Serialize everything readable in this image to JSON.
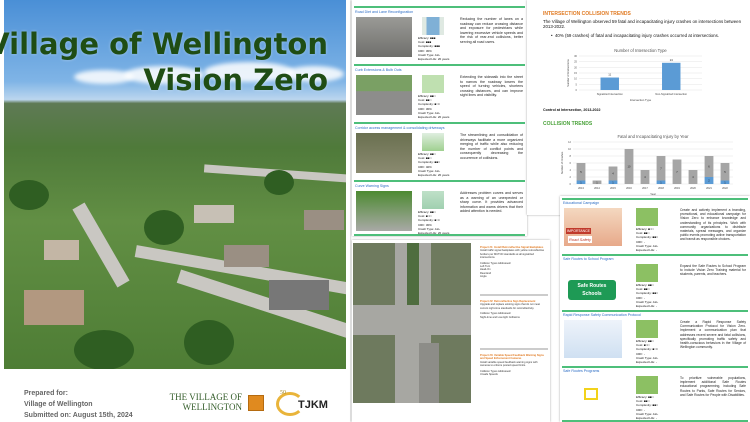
{
  "cover": {
    "title_line1": "Village of Wellington",
    "title_line2": "Vision Zero",
    "prepared_for_label": "Prepared for:",
    "client": "Village of Wellington",
    "submitted": "Submitted on:  August 15th, 2024",
    "logo_wellington": "THE VILLAGE OF WELLINGTON",
    "logo_tjkm": "TJKM",
    "logo_tjkm_badge": "50"
  },
  "countermeasures_page1": {
    "items": [
      {
        "title": "Road Diet and Lane Reconfiguration",
        "meta": [
          "Efficacy: ■■■",
          "Cost: ■■■",
          "Complexity: ■■■",
          "CRF: 30%",
          "Crash Type: ALL",
          "Expected Life: 20 years"
        ],
        "description": "Reducing the number of lanes on a roadway can reduce crossing distance and exposure for pedestrians while lowering excessive vehicle speeds and the risk of rear-end collisions, better serving all road users."
      },
      {
        "title": "Curb Extensions & Bulb Outs",
        "meta": [
          "Efficacy: ■■□",
          "Cost: ■■□",
          "Complexity: ■□□",
          "CRF: 30%",
          "Crash Type: ALL",
          "Expected Life: 20 years"
        ],
        "description": "Extending the sidewalk into the street to narrow the roadway lowers the speed of turning vehicles, shortens crossing distances, and can improve sight lines and visibility."
      },
      {
        "title": "Corridor access management & consolidating driveways",
        "meta": [
          "Efficacy: ■■□",
          "Cost: ■■□",
          "Complexity: ■■□",
          "CRF: 40%",
          "Crash Type: ALL",
          "Expected Life: 20 years"
        ],
        "description": "The streamlining and consolidation of driveways facilitate a more organized merging of traffic while also reducing the number of conflict points and consequently decreasing the occurrence of collisions."
      },
      {
        "title": "Curve Warning Signs",
        "meta": [
          "Efficacy: ■■□",
          "Cost: ■□□",
          "Complexity: ■□□",
          "CRF: 30%",
          "Crash Type: ALL",
          "Expected Life: 20 years"
        ],
        "description": "Addresses problem curves and serves as a warning of an unexpected or sharp curve. It provides advanced information and warns drivers that their added attention is needed."
      }
    ]
  },
  "map_page": {
    "projects": [
      {
        "title": "Project #1: Install Retroreflective Signal Backplates",
        "body": "Install traffic signal backplates with yellow retroreflective borders per MUTCD standards at all signalized intersections.",
        "list_title": "Collision Types Addressed:",
        "list": [
          "Left Turn",
          "Head-On",
          "Rear-End",
          "Angle"
        ]
      },
      {
        "title": "Project #2: Retroreflective Sign Replacement",
        "body": "Upgrade and replace existing signs that do not meet current night-time standards for retroreflectivity.",
        "list_title": "Collision Types Addressed:",
        "list": [
          "Night-time and Low-light Collisions"
        ]
      },
      {
        "title": "Project #3: Variable Speed Feedback Warning Signs and Speed Enforcement Cameras",
        "body": "Install variable speed feedback warning signs with cameras to enforce posted speed limits.",
        "list_title": "Collision Types Addressed:",
        "list": [
          "Unsafe Speeds"
        ]
      }
    ]
  },
  "trends_page": {
    "intersection_heading": "INTERSECTION COLLISION TRENDS",
    "intersection_text": "The Village of Wellington observed 59 fatal and incapacitating injury crashes on intersections between 2013-2022.",
    "bullet": "40% (59 crashes) of fatal and incapacitating injury crashes occurred at intersections.",
    "chart_caption": "Control at Intersection, 2013-2022",
    "collision_heading": "COLLISION TRENDS"
  },
  "chart_data": [
    {
      "type": "bar",
      "title": "Number of Intersection Type",
      "xlabel": "Intersection Type",
      "ylabel": "Number of Intersections",
      "categories": [
        "Signalized Intersection",
        "Non-Signalized Intersection"
      ],
      "values": [
        11,
        24
      ],
      "ylim": [
        0,
        30
      ],
      "yticks": [
        0,
        5,
        10,
        15,
        20,
        25,
        30
      ],
      "grid": true,
      "color": "#5b9bd5"
    },
    {
      "type": "bar",
      "stacked": true,
      "title": "Fatal and Incapacitating Injury by Year",
      "xlabel": "Year",
      "ylabel": "Number of Crashes",
      "categories": [
        "2013",
        "2014",
        "2015",
        "2016",
        "2017",
        "2018",
        "2019",
        "2020",
        "2021",
        "2022"
      ],
      "series": [
        {
          "values": [
            1,
            0,
            1,
            0,
            0,
            1,
            0,
            0,
            2,
            1
          ],
          "color": "#5b9bd5"
        },
        {
          "values": [
            5,
            1,
            4,
            10,
            4,
            7,
            7,
            4,
            6,
            5
          ],
          "color": "#a5a5a5"
        }
      ],
      "ylim": [
        0,
        12
      ],
      "yticks": [
        0,
        2,
        4,
        6,
        8,
        10,
        12
      ],
      "grid": true
    }
  ],
  "programs_page": {
    "items": [
      {
        "title": "Educational Campaign",
        "meta": [
          "Efficacy: ■□□",
          "Cost: ■■□",
          "Complexity: ■■□",
          "CRF: -",
          "Crash Type: ALL",
          "Expected Life: -"
        ],
        "description": "Create and actively implement a branding, promotional, and educational campaign for Vision Zero to enhance knowledge and understanding of its principles. Work with community organizations to distribute materials, spread messages, and organize public events promoting active transportation and transit as responsible choices.",
        "image_text": [
          "IMPORTANCE",
          "Road Safety"
        ]
      },
      {
        "title": "Safe Routes to School Program",
        "meta": [
          "Efficacy: ■■□",
          "Cost: ■■□",
          "Complexity: ■■□",
          "CRF: -",
          "Crash Type: ALL",
          "Expected Life: -"
        ],
        "description": "Expand the Safe Routes to School Program to include Vision Zero Training material for students, parents, and teachers.",
        "image_text": [
          "Safe Routes",
          "Schools"
        ]
      },
      {
        "title": "Rapid Response Safety Communication Protocol",
        "meta": [
          "Efficacy: ■■□",
          "Cost: ■□□",
          "Complexity: ■□□",
          "CRF: -",
          "Crash Type: ALL",
          "Expected Life: -"
        ],
        "description": "Create a Rapid Response Safety Communication Protocol for Vision Zero. Implement a communication plan that addresses recent severe and fatal collisions, specifically promoting traffic safety and health-conscious behaviors in the Village of Wellington community."
      },
      {
        "title": "Safe Routes Programs",
        "meta": [
          "Efficacy: ■■□",
          "Cost: ■■□",
          "Complexity: ■■□",
          "CRF: -",
          "Crash Type: ALL",
          "Expected Life: -"
        ],
        "description": "To prioritize vulnerable populations, implement additional Safe Routes educational programming, including Safe Routes to Parks, Safe Routes for Seniors, and Safe Routes for People with Disabilities."
      }
    ]
  }
}
